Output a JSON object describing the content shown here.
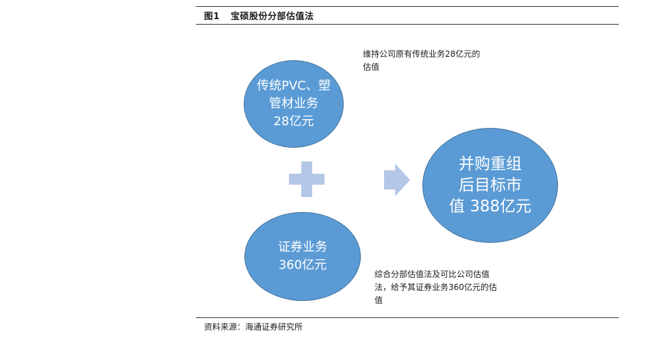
{
  "figure": {
    "number": "图1",
    "title": "宝硕股份分部估值法"
  },
  "diagram": {
    "pvc_segment": {
      "lines": [
        "传统PVC、塑",
        "管材业务",
        "28亿元"
      ]
    },
    "securities_segment": {
      "lines": [
        "证券业务",
        "360亿元"
      ]
    },
    "target": {
      "lines": [
        "并购重组",
        "后目标市",
        "值 388亿元"
      ]
    },
    "note_top": {
      "lines": [
        "维持公司原有传统业务28亿元的",
        "估值"
      ]
    },
    "note_bottom": {
      "lines": [
        "综合分部估值法及可比公司估值",
        "法，给予其证券业务360亿元的估",
        "值"
      ]
    },
    "connector_icons": [
      "plus-icon",
      "arrow-right-icon"
    ]
  },
  "source": "资料来源：海通证券研究所",
  "colors": {
    "ellipse_fill": "#5b9bd5",
    "ellipse_border": "#41719c",
    "connector_fill": "#b4c7e7"
  }
}
